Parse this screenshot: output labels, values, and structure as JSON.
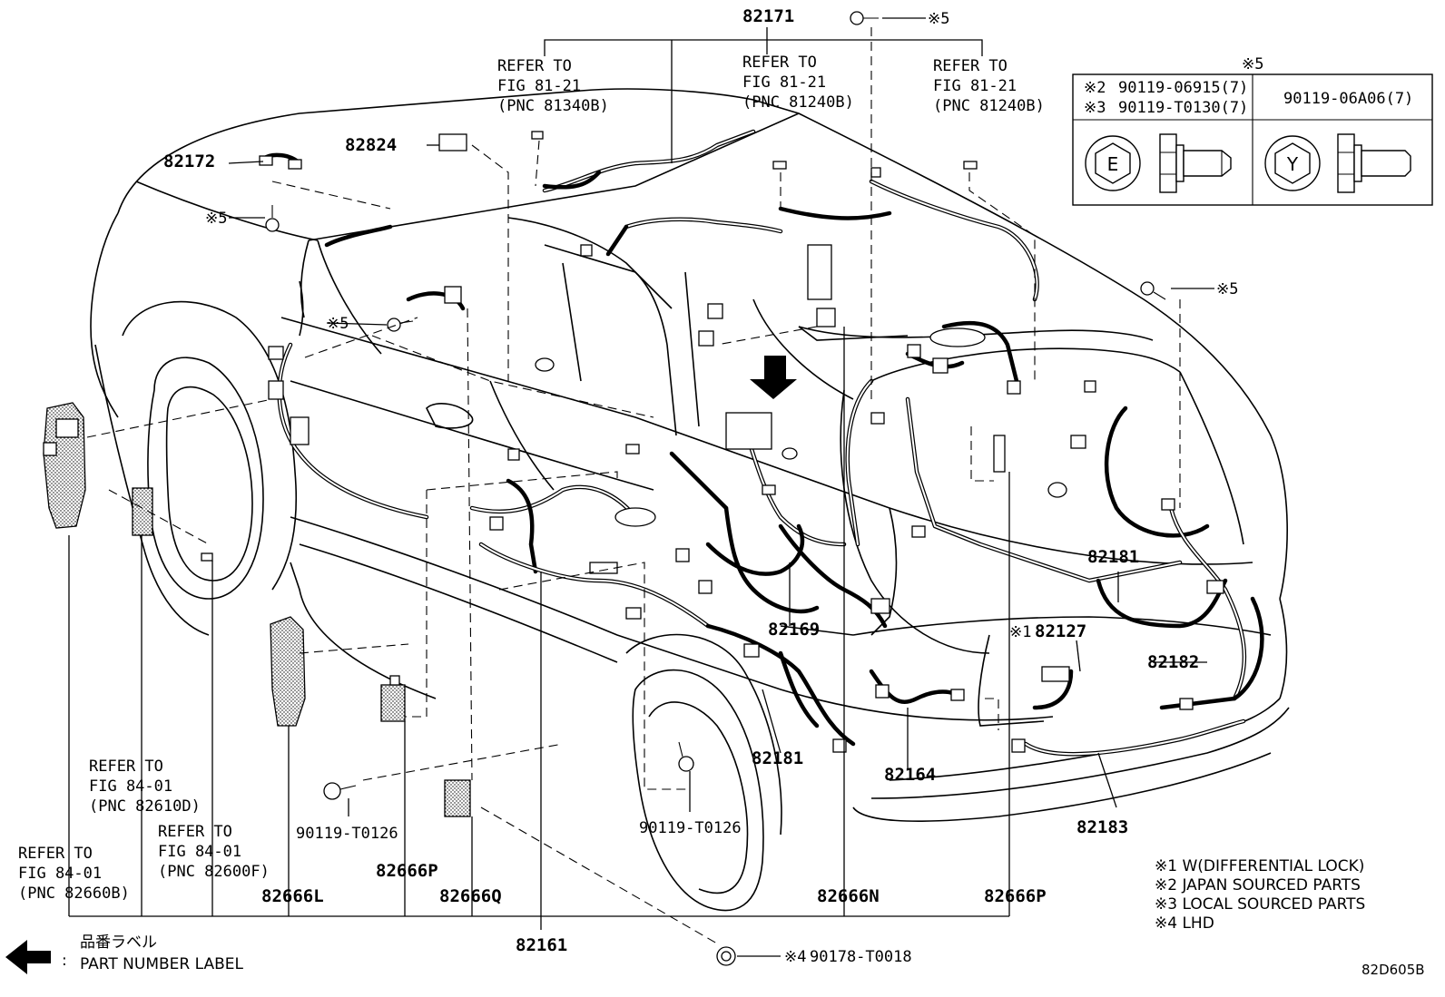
{
  "labels": {
    "p82171": "82171",
    "p82172": "82172",
    "p82824": "82824",
    "p82181a": "82181",
    "p82181b": "82181",
    "p82127": "82127",
    "p82127_mark": "※1",
    "p82182": "82182",
    "p82169": "82169",
    "p82164": "82164",
    "p82183": "82183",
    "p82161": "82161",
    "p82666L": "82666L",
    "p82666P_a": "82666P",
    "p82666P_b": "82666P",
    "p82666Q": "82666Q",
    "p82666N": "82666N",
    "bolt_a": "90119-T0126",
    "bolt_b": "90119-T0126",
    "clip_mark": "※4",
    "clip": "90178-T0018",
    "star5": "※5",
    "figure_code": "82D605B"
  },
  "refers": {
    "r1": [
      "REFER TO",
      "FIG 81-21",
      "(PNC 81340B)"
    ],
    "r2": [
      "REFER TO",
      "FIG 81-21",
      "(PNC 81240B)"
    ],
    "r3": [
      "REFER TO",
      "FIG 81-21",
      "(PNC 81240B)"
    ],
    "r4": [
      "REFER TO",
      "FIG 84-01",
      "(PNC 82610D)"
    ],
    "r5": [
      "REFER TO",
      "FIG 84-01",
      "(PNC 82600F)"
    ],
    "r6": [
      "REFER TO",
      "FIG 84-01",
      "(PNC 82660B)"
    ]
  },
  "bolt_table": {
    "title": "※5",
    "left_rows": [
      {
        "mark": "※2",
        "part": "90119-06915(7)"
      },
      {
        "mark": "※3",
        "part": "90119-T0130(7)"
      }
    ],
    "right_part": "90119-06A06(7)",
    "left_head_letter": "E",
    "right_head_letter": "Y"
  },
  "notes": [
    "※1 W(DIFFERENTIAL LOCK)",
    "※2 JAPAN SOURCED PARTS",
    "※3 LOCAL SOURCED PARTS",
    "※4 LHD"
  ],
  "legend": {
    "jp": "品番ラベル",
    "en": "PART NUMBER LABEL",
    "colon": ":",
    "icon": "arrow-left-icon"
  }
}
